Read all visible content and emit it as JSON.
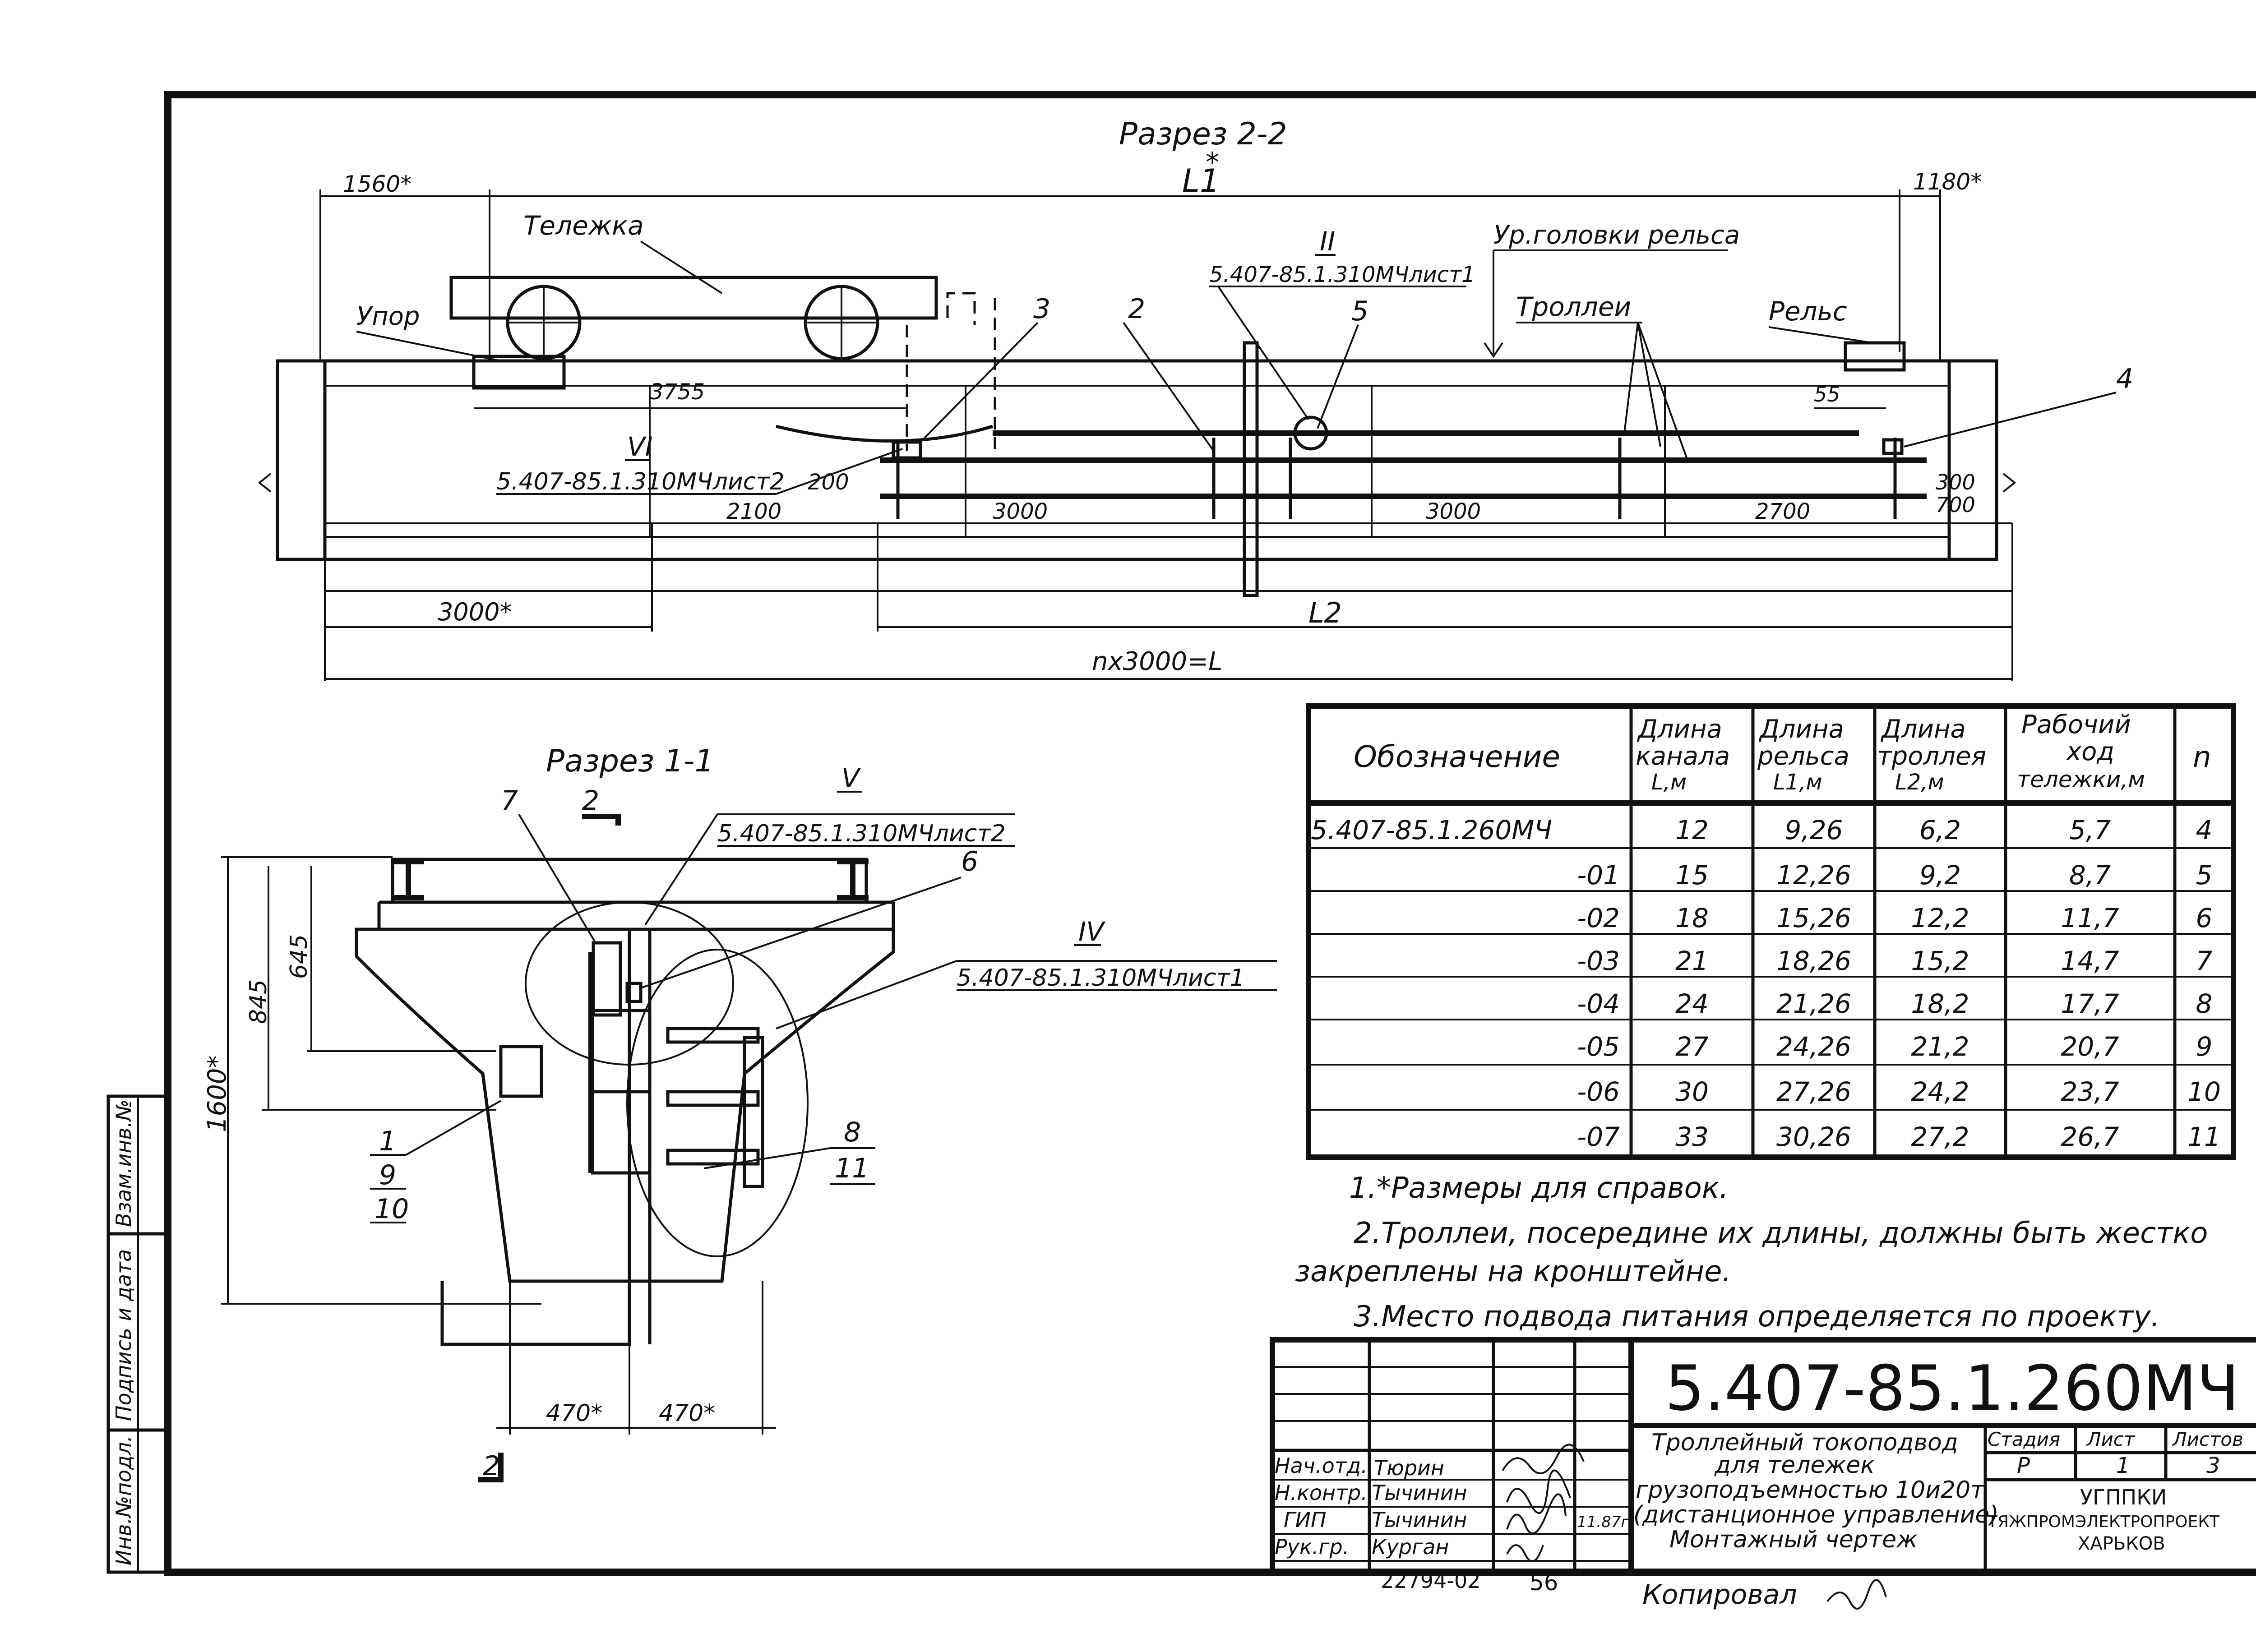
{
  "section22": {
    "title": "Разрез 2-2",
    "l1": "L1",
    "star": "*",
    "dim_1560": "1560*",
    "dim_1180": "1180*",
    "label_trolley": "Тележка",
    "label_stop": "Упор",
    "label_rail_head": "Ур.головки рельса",
    "label_trolley_wires": "Троллеи",
    "label_rail": "Рельс",
    "ref_ii_numeral": "II",
    "ref_ii_sheet": "5.407-85.1.310МЧлист1",
    "ref_vi_numeral": "VI",
    "ref_vi_sheet": "5.407-85.1.310МЧлист2",
    "pos_2": "2",
    "pos_3": "3",
    "pos_4": "4",
    "pos_5": "5",
    "dim_3755": "3755",
    "dim_55": "55",
    "dim_200": "200",
    "dim_2100": "2100",
    "dim_3000a": "3000",
    "dim_3000b": "3000",
    "dim_2700": "2700",
    "dim_300": "300",
    "dim_700": "700",
    "dim_3000star": "3000*",
    "l2": "L2",
    "n3000": "nx3000=L"
  },
  "section11": {
    "title": "Разрез 1-1",
    "section_mark": "2",
    "pos_7": "7",
    "pos_6": "6",
    "pos_1": "1",
    "pos_9": "9",
    "pos_10": "10",
    "pos_8": "8",
    "pos_11": "11",
    "ref_v_numeral": "V",
    "ref_v_sheet": "5.407-85.1.310МЧлист2",
    "ref_iv_numeral": "IV",
    "ref_iv_sheet": "5.407-85.1.310МЧлист1",
    "dim_845": "845",
    "dim_645": "645",
    "dim_1600": "1600*",
    "dim_470a": "470*",
    "dim_470b": "470*"
  },
  "table": {
    "headers": {
      "designation": "Обозначение",
      "channel": [
        "Длина",
        "канала",
        "L,м"
      ],
      "rail": [
        "Длина",
        "рельса",
        "L1,м"
      ],
      "trolley": [
        "Длина",
        "троллея",
        "L2,м"
      ],
      "travel": [
        "Рабочий",
        "ход",
        "тележки,м"
      ],
      "n": "n"
    },
    "rows": [
      {
        "designation": "5.407-85.1.260МЧ",
        "channel": "12",
        "rail": "9,26",
        "trolley": "6,2",
        "travel": "5,7",
        "n": "4"
      },
      {
        "designation": "-01",
        "channel": "15",
        "rail": "12,26",
        "trolley": "9,2",
        "travel": "8,7",
        "n": "5"
      },
      {
        "designation": "-02",
        "channel": "18",
        "rail": "15,26",
        "trolley": "12,2",
        "travel": "11,7",
        "n": "6"
      },
      {
        "designation": "-03",
        "channel": "21",
        "rail": "18,26",
        "trolley": "15,2",
        "travel": "14,7",
        "n": "7"
      },
      {
        "designation": "-04",
        "channel": "24",
        "rail": "21,26",
        "trolley": "18,2",
        "travel": "17,7",
        "n": "8"
      },
      {
        "designation": "-05",
        "channel": "27",
        "rail": "24,26",
        "trolley": "21,2",
        "travel": "20,7",
        "n": "9"
      },
      {
        "designation": "-06",
        "channel": "30",
        "rail": "27,26",
        "trolley": "24,2",
        "travel": "23,7",
        "n": "10"
      },
      {
        "designation": "-07",
        "channel": "33",
        "rail": "30,26",
        "trolley": "27,2",
        "travel": "26,7",
        "n": "11"
      }
    ]
  },
  "notes": {
    "note1": "1.*Размеры для справок.",
    "note2a": "2.Троллеи, посередине их длины, должны быть жестко",
    "note2b": "закреплены на кронштейне.",
    "note3": "3.Место подвода питания определяется по проекту."
  },
  "stamp": {
    "code": "5.407-85.1.260МЧ",
    "title_lines": [
      "Троллейный токоподвод",
      "для тележек",
      "грузоподъемностью 10и20т",
      "(дистанционное управление)",
      "Монтажный чертеж"
    ],
    "stage_label": "Стадия",
    "sheet_label": "Лист",
    "sheets_label": "Листов",
    "stage": "Р",
    "sheet": "1",
    "sheets": "3",
    "org_lines": [
      "УГППКИ",
      "ТЯЖПРОМЭЛЕКТРОПРОЕКТ",
      "ХАРЬКОВ"
    ],
    "roles": [
      "Нач.отд.",
      "Н.контр.",
      "ГИП",
      "Рук.гр."
    ],
    "names": [
      "Тюрин",
      "Тычинин",
      "Тычинин",
      "Курган"
    ],
    "date": "11.87г",
    "inv_code": "22794-02",
    "page_num": "56",
    "copied": "Копировал"
  },
  "margin_labels": [
    "Взам.инв.№",
    "Подпись и дата",
    "Инв.№подл."
  ]
}
